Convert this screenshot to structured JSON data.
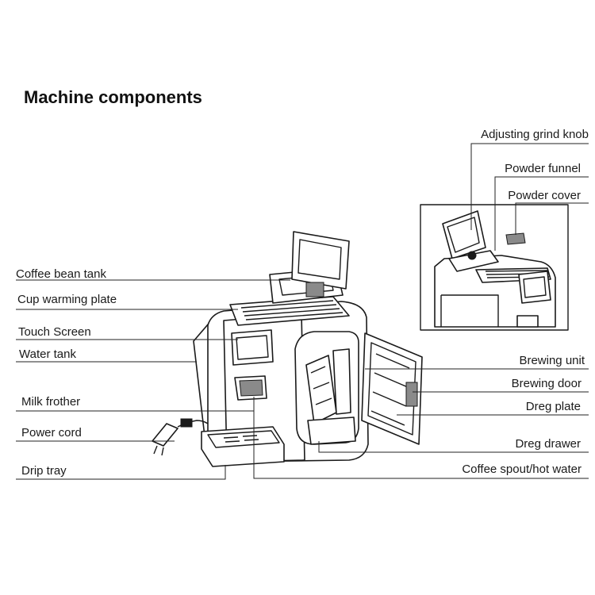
{
  "title": "Machine components",
  "labels": {
    "coffee_bean_tank": "Coffee bean tank",
    "cup_warming_plate": "Cup warming plate",
    "touch_screen": "Touch Screen",
    "water_tank": "Water tank",
    "milk_frother": "Milk frother",
    "power_cord": "Power cord",
    "drip_tray": "Drip tray",
    "adjusting_grind_knob": "Adjusting grind knob",
    "powder_funnel": "Powder funnel",
    "powder_cover": "Powder cover",
    "brewing_unit": "Brewing unit",
    "brewing_door": "Brewing door",
    "dreg_plate": "Dreg plate",
    "dreg_drawer": "Dreg drawer",
    "coffee_spout": "Coffee spout/hot water"
  }
}
